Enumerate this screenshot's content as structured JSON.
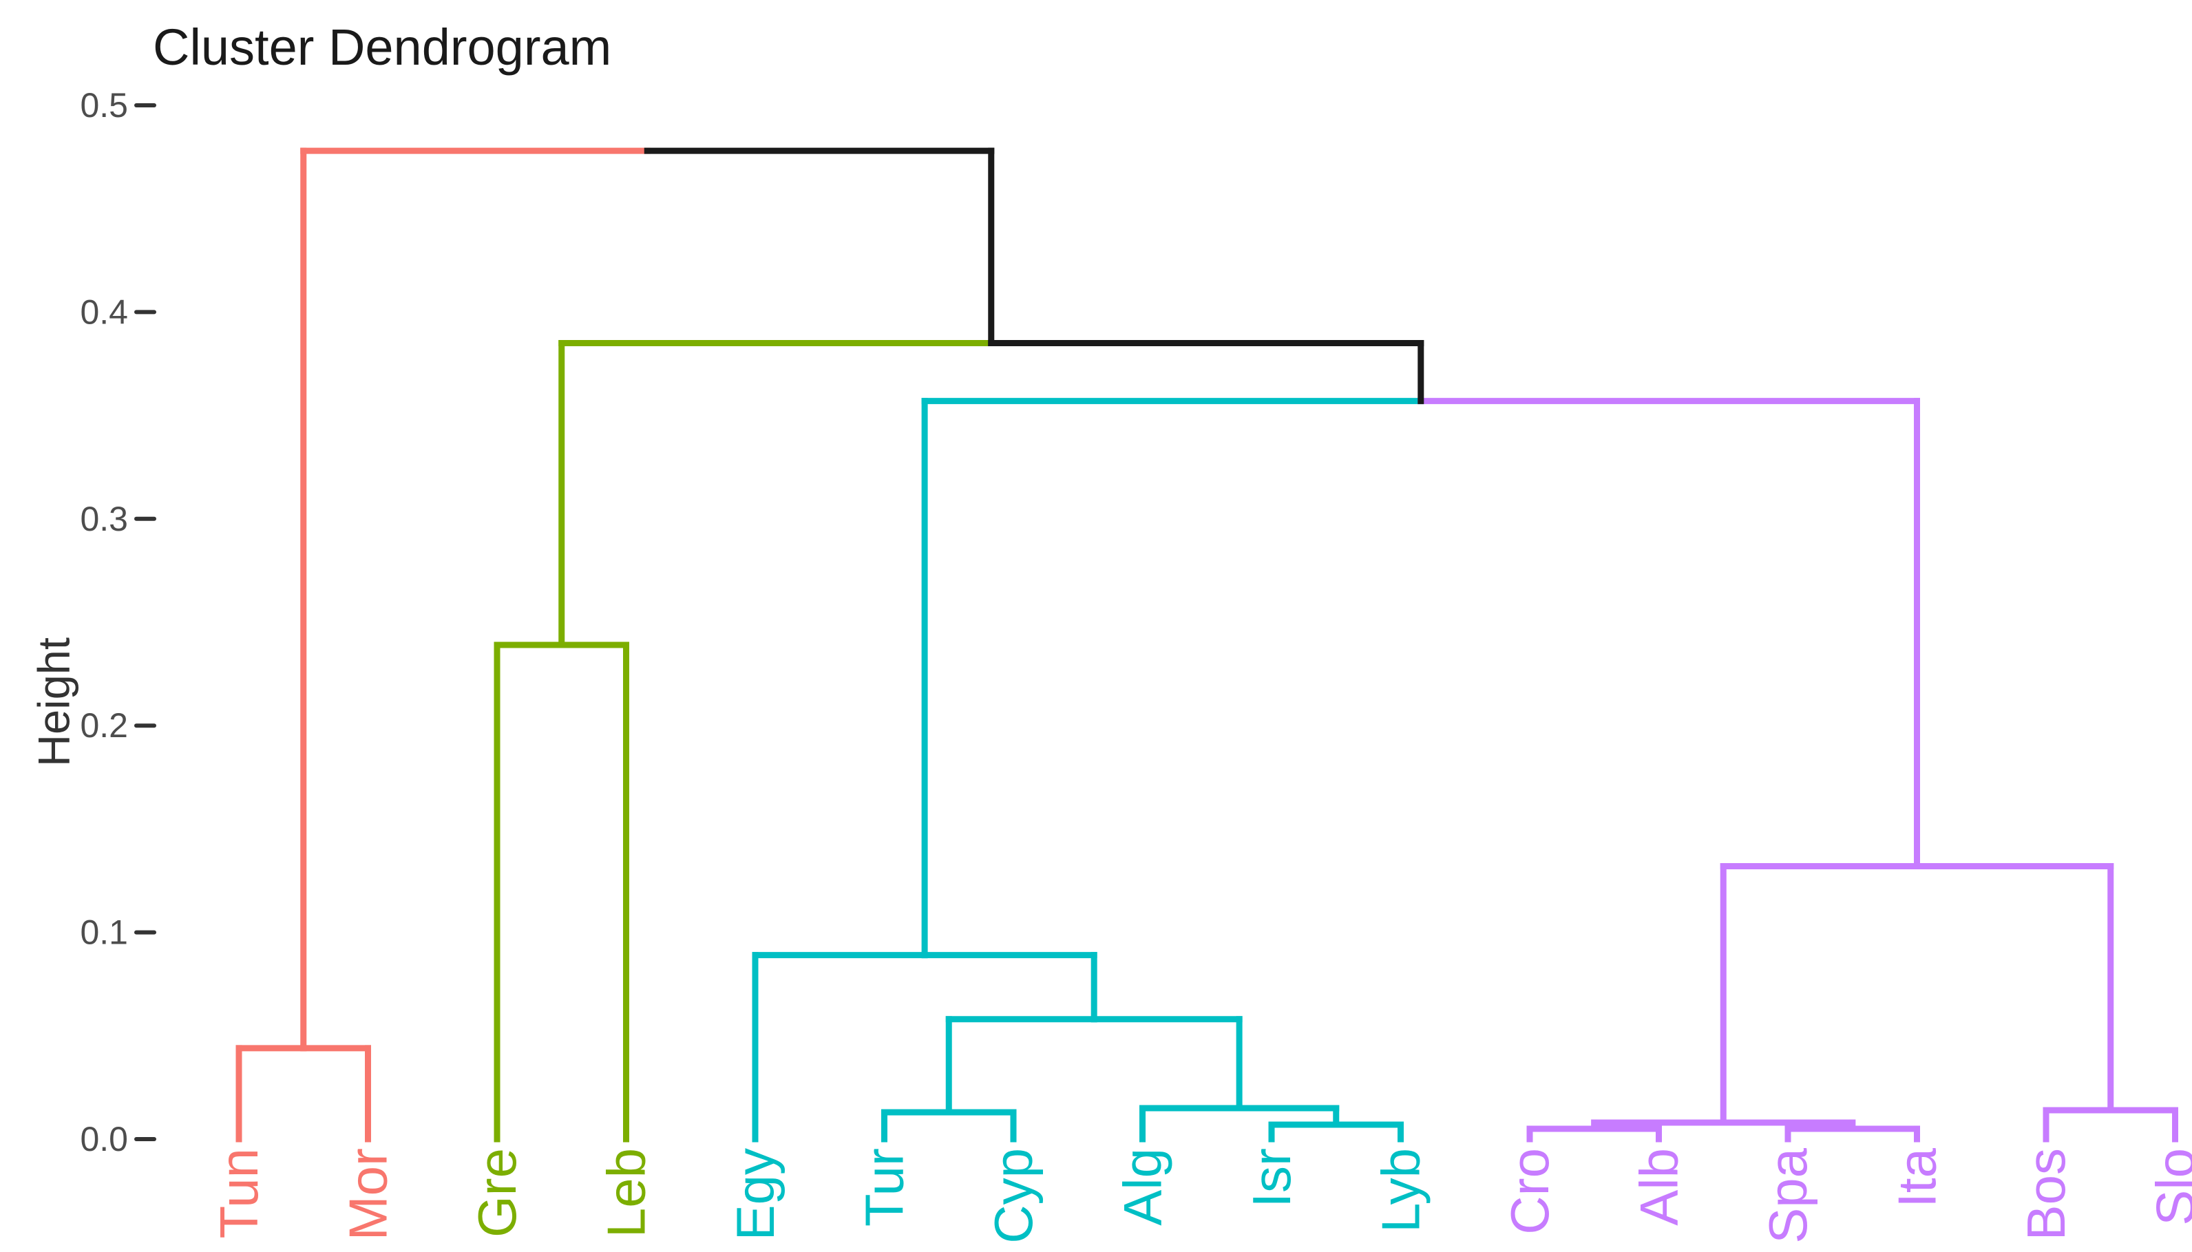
{
  "chart_data": {
    "type": "dendrogram",
    "title": "Cluster Dendrogram",
    "ylabel": "Height",
    "xlabel": "",
    "ylim": [
      0,
      0.5
    ],
    "grid": false,
    "legend": null,
    "yticks": [
      {
        "value": 0.0,
        "label": "0.0"
      },
      {
        "value": 0.1,
        "label": "0.1"
      },
      {
        "value": 0.2,
        "label": "0.2"
      },
      {
        "value": 0.3,
        "label": "0.3"
      },
      {
        "value": 0.4,
        "label": "0.4"
      },
      {
        "value": 0.5,
        "label": "0.5"
      }
    ],
    "leaves": [
      {
        "label": "Tun",
        "cluster": "red"
      },
      {
        "label": "Mor",
        "cluster": "red"
      },
      {
        "label": "Gre",
        "cluster": "green"
      },
      {
        "label": "Leb",
        "cluster": "green"
      },
      {
        "label": "Egy",
        "cluster": "cyan"
      },
      {
        "label": "Tur",
        "cluster": "cyan"
      },
      {
        "label": "Cyp",
        "cluster": "cyan"
      },
      {
        "label": "Alg",
        "cluster": "cyan"
      },
      {
        "label": "Isr",
        "cluster": "cyan"
      },
      {
        "label": "Lyb",
        "cluster": "cyan"
      },
      {
        "label": "Cro",
        "cluster": "purple"
      },
      {
        "label": "Alb",
        "cluster": "purple"
      },
      {
        "label": "Spa",
        "cluster": "purple"
      },
      {
        "label": "Ita",
        "cluster": "purple"
      },
      {
        "label": "Bos",
        "cluster": "purple"
      },
      {
        "label": "Slo",
        "cluster": "purple"
      }
    ],
    "merges": [
      {
        "id": "n1",
        "a": "Tun",
        "b": "Mor",
        "height": 0.044,
        "color": "red"
      },
      {
        "id": "n2",
        "a": "Gre",
        "b": "Leb",
        "height": 0.239,
        "color": "green"
      },
      {
        "id": "n3",
        "a": "Tur",
        "b": "Cyp",
        "height": 0.013,
        "color": "cyan"
      },
      {
        "id": "n4",
        "a": "Isr",
        "b": "Lyb",
        "height": 0.007,
        "color": "cyan"
      },
      {
        "id": "n5",
        "a": "Alg",
        "b": "n4",
        "height": 0.015,
        "color": "cyan"
      },
      {
        "id": "n6",
        "a": "n3",
        "b": "n5",
        "height": 0.058,
        "color": "cyan"
      },
      {
        "id": "n7",
        "a": "Egy",
        "b": "n6",
        "height": 0.089,
        "color": "cyan"
      },
      {
        "id": "n8",
        "a": "Cro",
        "b": "Alb",
        "height": 0.005,
        "color": "purple"
      },
      {
        "id": "n9",
        "a": "Spa",
        "b": "Ita",
        "height": 0.005,
        "color": "purple"
      },
      {
        "id": "n10",
        "a": "n8",
        "b": "n9",
        "height": 0.008,
        "color": "purple"
      },
      {
        "id": "n11",
        "a": "Bos",
        "b": "Slo",
        "height": 0.014,
        "color": "purple"
      },
      {
        "id": "n12",
        "a": "n10",
        "b": "n11",
        "height": 0.132,
        "color": "purple"
      },
      {
        "id": "n13",
        "a": "n7",
        "b": "n12",
        "height": 0.357,
        "color": "link"
      },
      {
        "id": "n14",
        "a": "n2",
        "b": "n13",
        "height": 0.385,
        "color": "link"
      },
      {
        "id": "n15",
        "a": "n1",
        "b": "n14",
        "height": 0.478,
        "color": "link"
      }
    ],
    "cluster_colors": {
      "red": "#F8766D",
      "green": "#7CAE00",
      "cyan": "#00BFC4",
      "purple": "#C77CFF",
      "link": "#1A1A1A"
    },
    "text_colors": {
      "title": "#1A1A1A",
      "axis_text": "#4D4D4D",
      "axis_title": "#333333",
      "tick_mark": "#333333"
    }
  }
}
